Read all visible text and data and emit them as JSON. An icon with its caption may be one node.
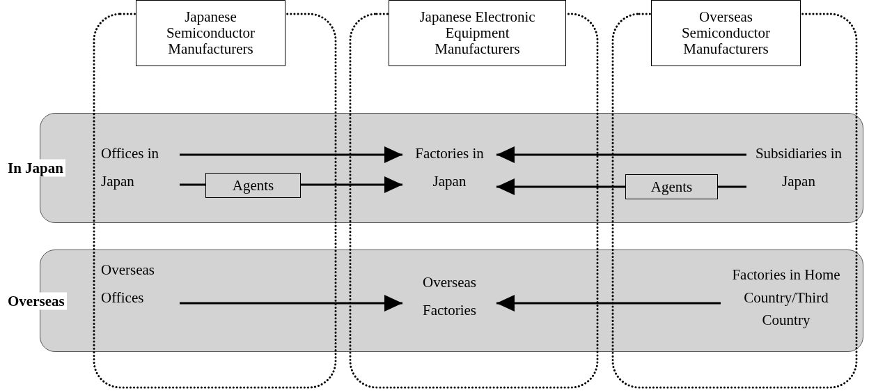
{
  "diagram": {
    "nodes": [
      {
        "text": [
          "Japanese Semiconductor Manufacturers"
        ]
      },
      {
        "text": [
          "Japanese Electronic Equipment Manufacturers"
        ]
      },
      {
        "text": [
          "Overseas Semiconductor Manufacturers"
        ]
      },
      {
        "text": [
          "In Japan"
        ]
      },
      {
        "text": [
          "Offices in Japan"
        ],
        "in": 3
      },
      {
        "text": [
          "Agents"
        ],
        "in": 3
      },
      {
        "text": [
          "Factories in Japan"
        ],
        "in": 3
      },
      {
        "text": [
          "Agents"
        ],
        "in": 3
      },
      {
        "text": [
          "Subsidiaries in Japan"
        ],
        "in": 3
      },
      {
        "text": [
          "Overseas"
        ]
      },
      {
        "text": [
          "Overseas Offices"
        ],
        "in": 9
      },
      {
        "text": [
          "Overseas Factories"
        ],
        "in": 9
      },
      {
        "text": [
          "Factories in Home Country/Third Country"
        ],
        "in": 9
      }
    ],
    "edges": [
      {
        "from": 4,
        "to": 6,
        "arrow": "to"
      },
      {
        "from": 4,
        "to": 5,
        "arrow": "none"
      },
      {
        "from": 5,
        "to": 6,
        "arrow": "to"
      },
      {
        "from": 8,
        "to": 6,
        "arrow": "to"
      },
      {
        "from": 8,
        "to": 7,
        "arrow": "none"
      },
      {
        "from": 7,
        "to": 6,
        "arrow": "to"
      },
      {
        "from": 10,
        "to": 11,
        "arrow": "to"
      },
      {
        "from": 12,
        "to": 11,
        "arrow": "to"
      }
    ]
  }
}
